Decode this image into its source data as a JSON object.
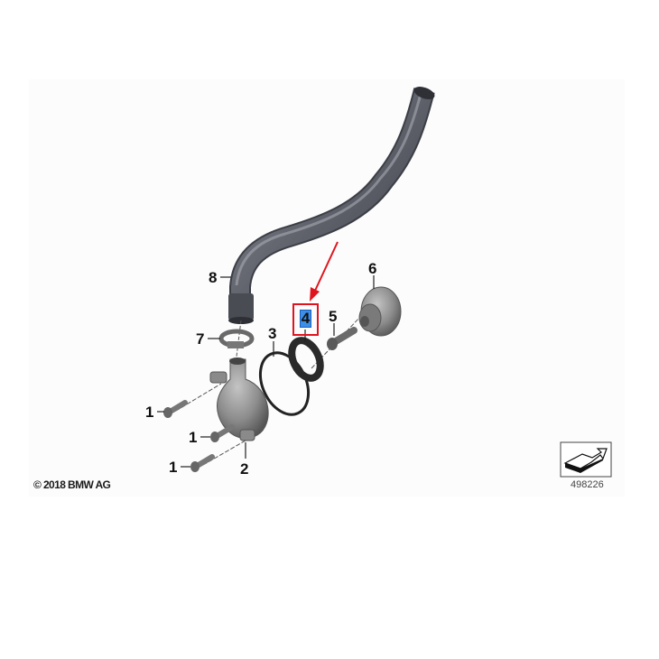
{
  "diagram": {
    "copyright": "© 2018 BMW AG",
    "reference_number": "498226",
    "highlighted_part": "4",
    "highlight_color": "#e0141e",
    "selection_color": "#3d8fe6",
    "part_labels": [
      {
        "id": "1",
        "name": "bolt-upper"
      },
      {
        "id": "1",
        "name": "bolt-middle"
      },
      {
        "id": "1",
        "name": "bolt-lower"
      },
      {
        "id": "2",
        "name": "pump-housing"
      },
      {
        "id": "3",
        "name": "o-ring"
      },
      {
        "id": "4",
        "name": "shaft-seal"
      },
      {
        "id": "5",
        "name": "screw"
      },
      {
        "id": "6",
        "name": "impeller-hub"
      },
      {
        "id": "7",
        "name": "hose-clamp"
      },
      {
        "id": "8",
        "name": "coolant-hose"
      }
    ],
    "icons": [
      "arrow-nav-icon"
    ]
  }
}
